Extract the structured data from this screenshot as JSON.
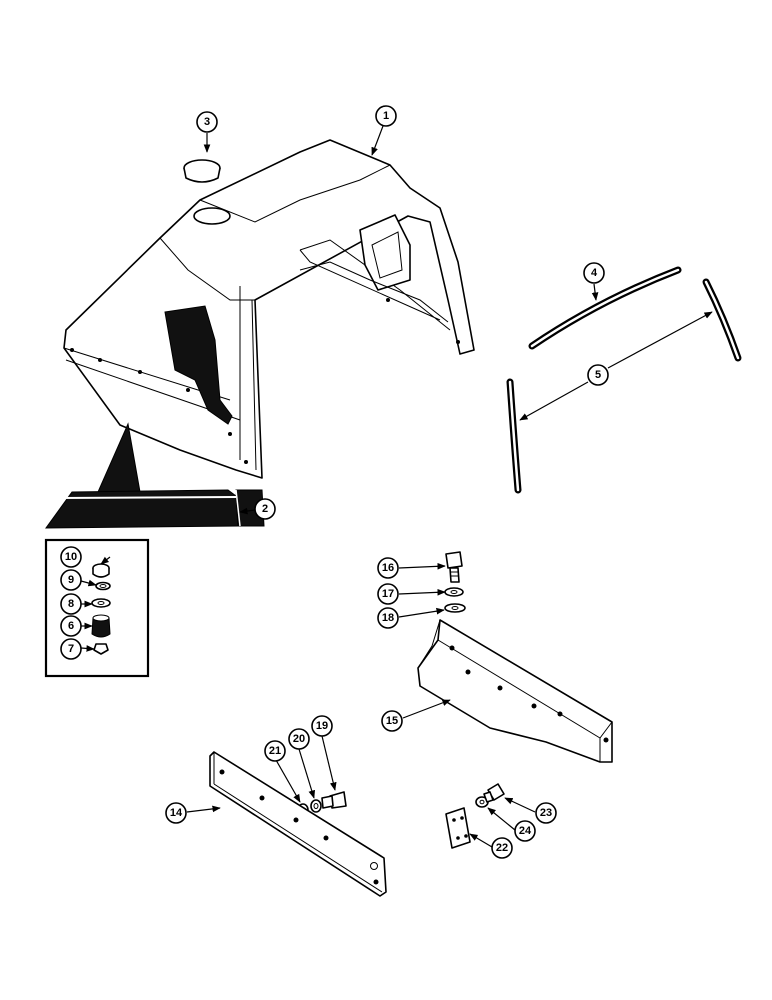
{
  "callouts": {
    "c1": "1",
    "c2": "2",
    "c3": "3",
    "c4": "4",
    "c5": "5",
    "c6": "6",
    "c7": "7",
    "c8": "8",
    "c9": "9",
    "c10": "10",
    "c14": "14",
    "c15": "15",
    "c16": "16",
    "c17": "17",
    "c18": "18",
    "c19": "19",
    "c20": "20",
    "c21": "21",
    "c22": "22",
    "c23": "23",
    "c24": "24"
  },
  "colors": {
    "ink": "#000000",
    "paper": "#ffffff",
    "fill_dark": "#111111"
  }
}
